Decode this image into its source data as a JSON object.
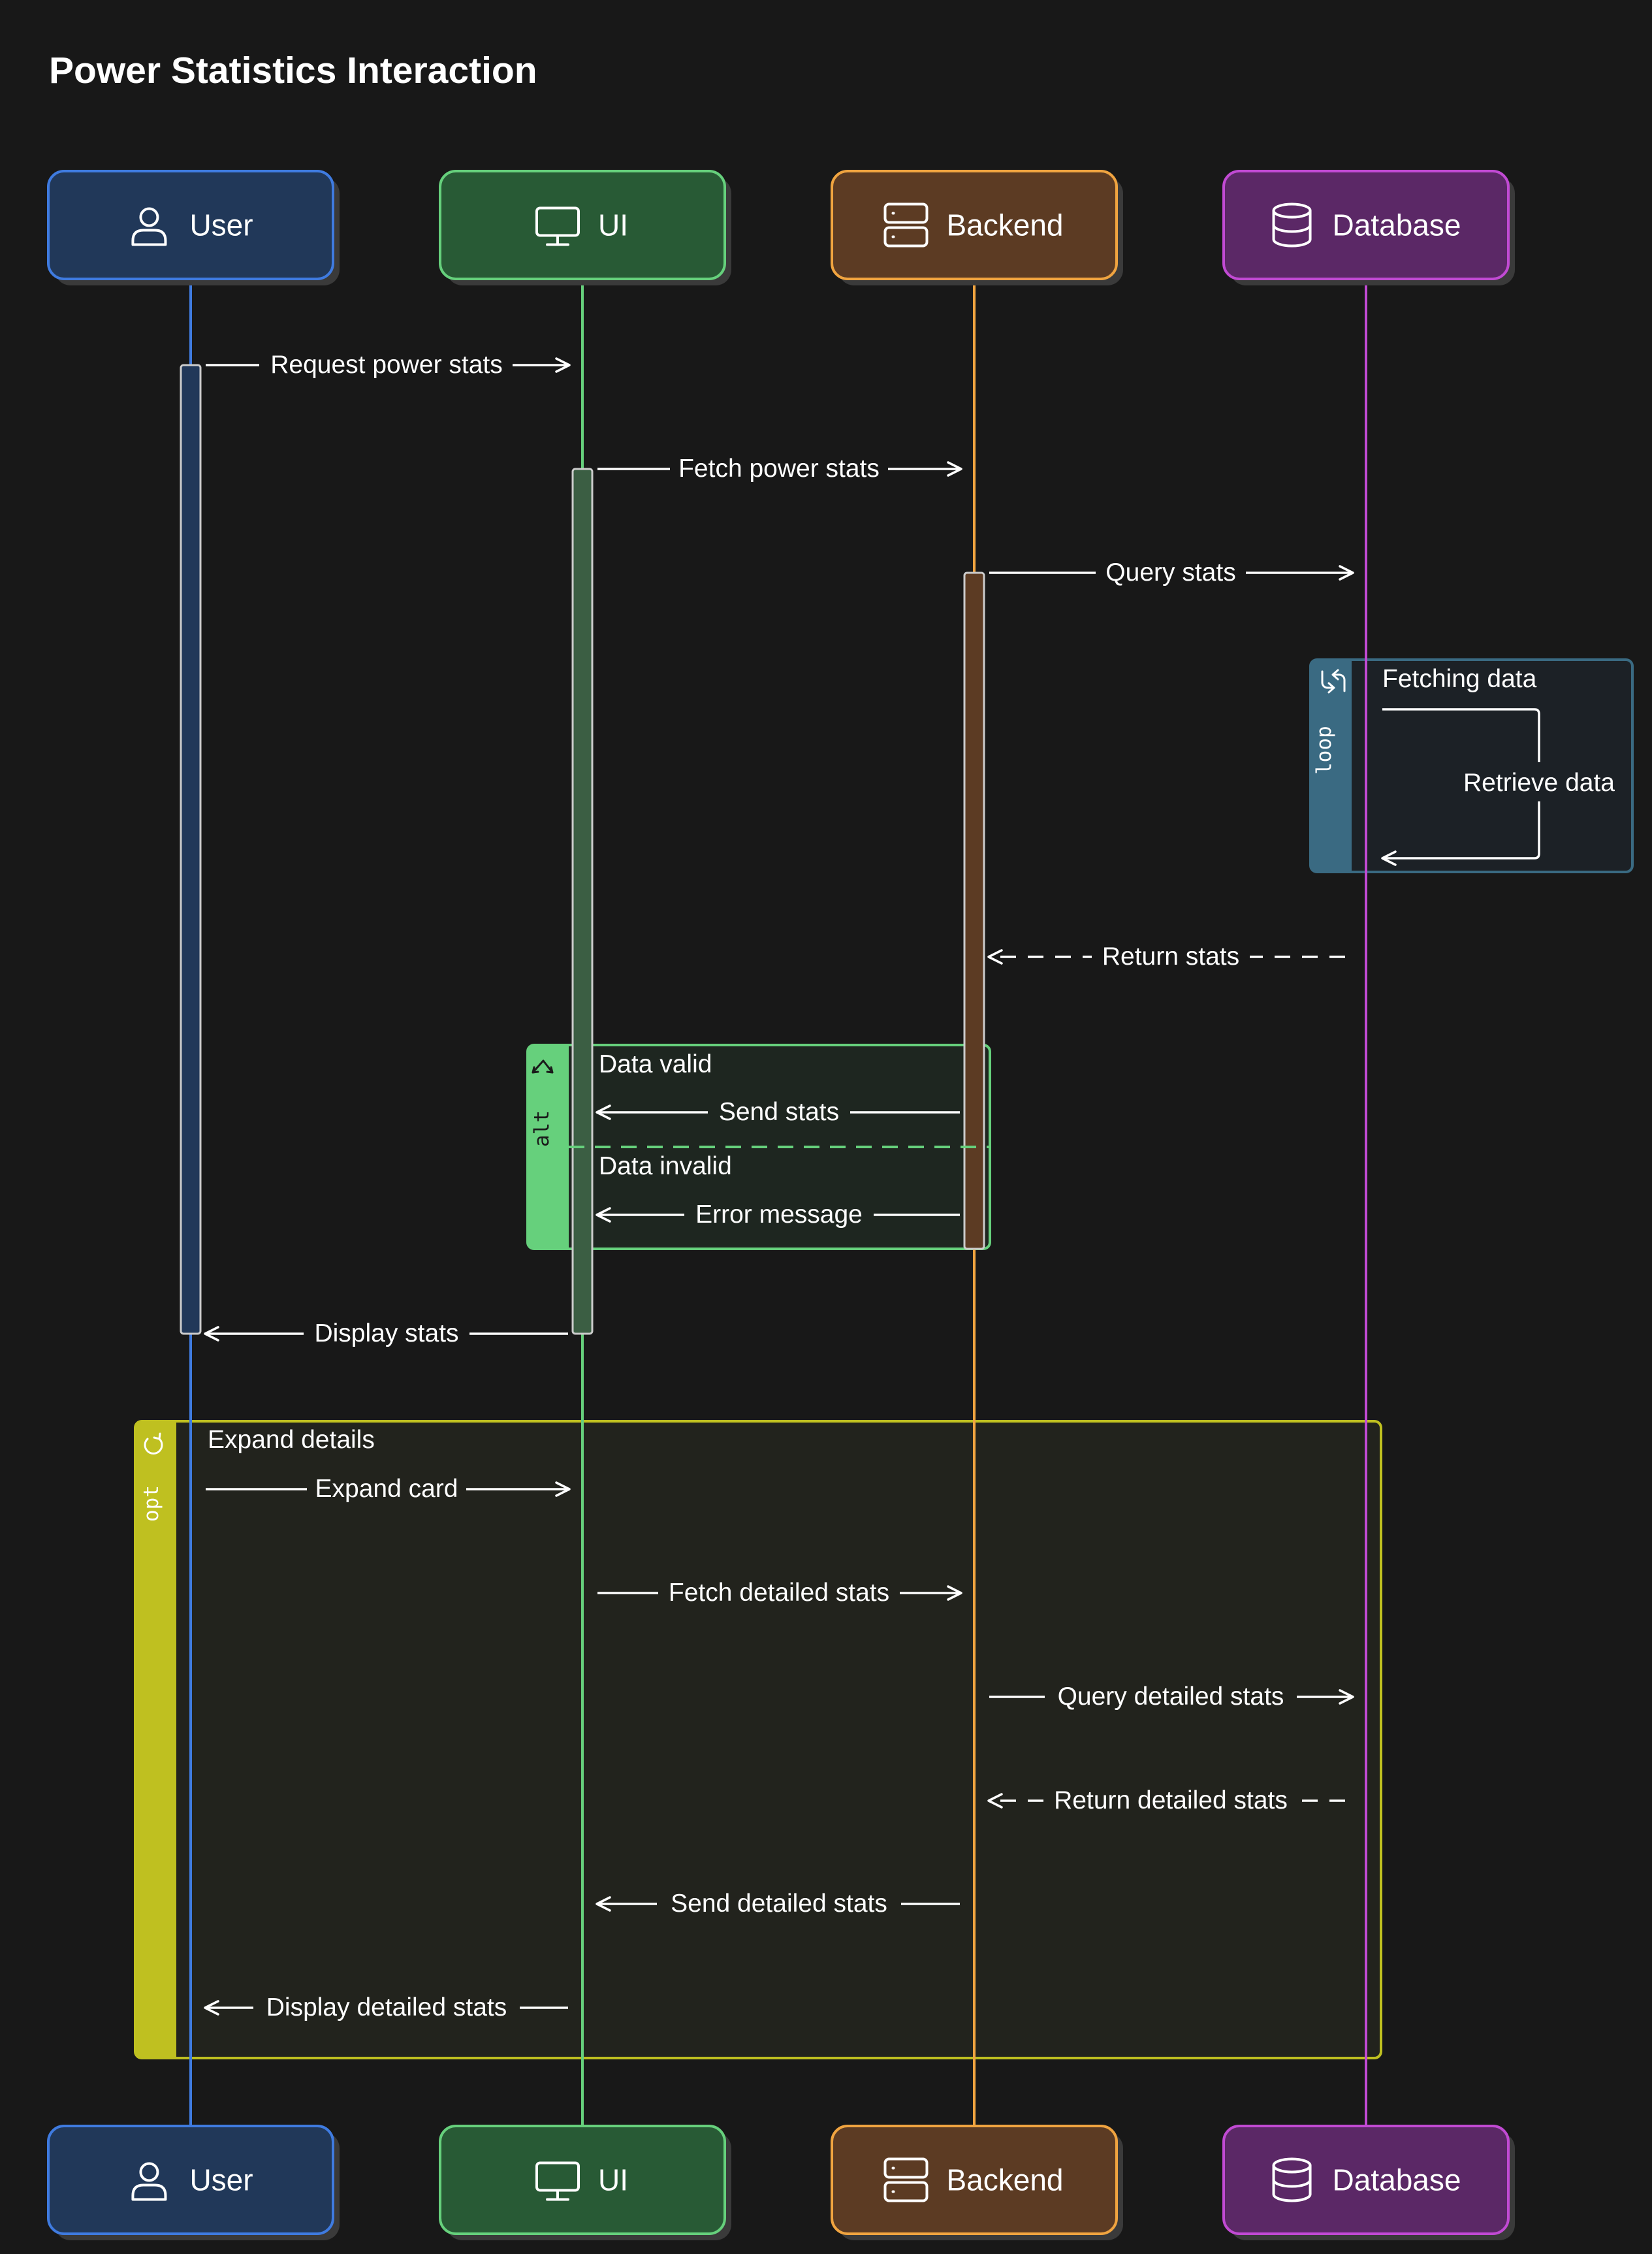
{
  "title": "Power Statistics Interaction",
  "participants": [
    {
      "id": "user",
      "label": "User",
      "icon": "user-icon",
      "fill": "#213859",
      "stroke": "#3f7be0",
      "line": "#3f7be0"
    },
    {
      "id": "ui",
      "label": "UI",
      "icon": "monitor-icon",
      "fill": "#285a35",
      "stroke": "#66d07c",
      "line": "#66d07c"
    },
    {
      "id": "backend",
      "label": "Backend",
      "icon": "server-icon",
      "fill": "#5c3b23",
      "stroke": "#f0a440",
      "line": "#f0a440"
    },
    {
      "id": "database",
      "label": "Database",
      "icon": "database-icon",
      "fill": "#5b2866",
      "stroke": "#c14ad3",
      "line": "#c14ad3"
    }
  ],
  "messages": {
    "m1": "Request power stats",
    "m2": "Fetch power stats",
    "m3": "Query stats",
    "m4": "Retrieve data",
    "m5": "Return stats",
    "m6": "Send stats",
    "m7": "Error message",
    "m8": "Display stats",
    "m9": "Expand card",
    "m10": "Fetch detailed stats",
    "m11": "Query detailed stats",
    "m12": "Return detailed stats",
    "m13": "Send detailed stats",
    "m14": "Display detailed stats"
  },
  "fragments": {
    "loop": {
      "keyword": "loop",
      "condition": "Fetching data",
      "color": "#3a6a82"
    },
    "alt": {
      "keyword": "alt",
      "condition": "Data valid",
      "else_condition": "Data invalid",
      "color": "#66d07c"
    },
    "opt": {
      "keyword": "opt",
      "condition": "Expand details",
      "color": "#bfc020"
    }
  }
}
